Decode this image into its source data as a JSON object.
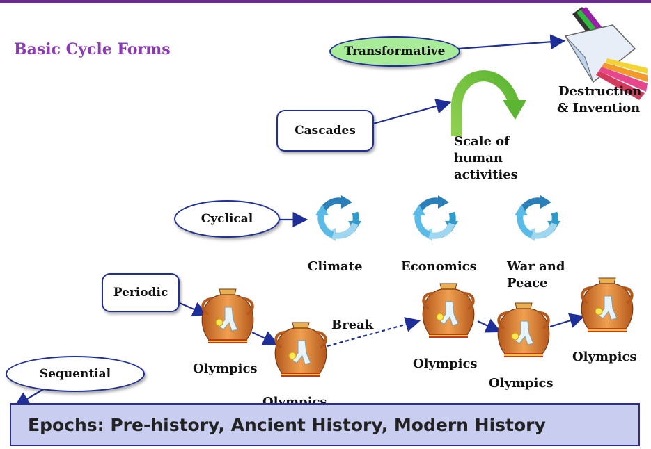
{
  "title": "Basic Cycle Forms",
  "forms": {
    "transformative": "Transformative",
    "cascades": "Cascades",
    "cyclical": "Cyclical",
    "periodic": "Periodic",
    "sequential": "Sequential"
  },
  "destruction_line1": "Destruction",
  "destruction_line2": "& Invention",
  "scale_line1": "Scale of",
  "scale_line2": "human",
  "scale_line3": "activities",
  "cycles": [
    "Climate",
    "Economics",
    "War and",
    "Peace"
  ],
  "break_label": "Break",
  "olympics_label": "Olympics",
  "epochs": "Epochs:  Pre-history, Ancient History, Modern History",
  "colors": {
    "title": "#8a3bb5",
    "box_border": "#1f2f9a",
    "transformative_fill": "#a8ec9a",
    "epochs_fill": "#c9cdf0",
    "arrow": "#1f2f9a"
  }
}
